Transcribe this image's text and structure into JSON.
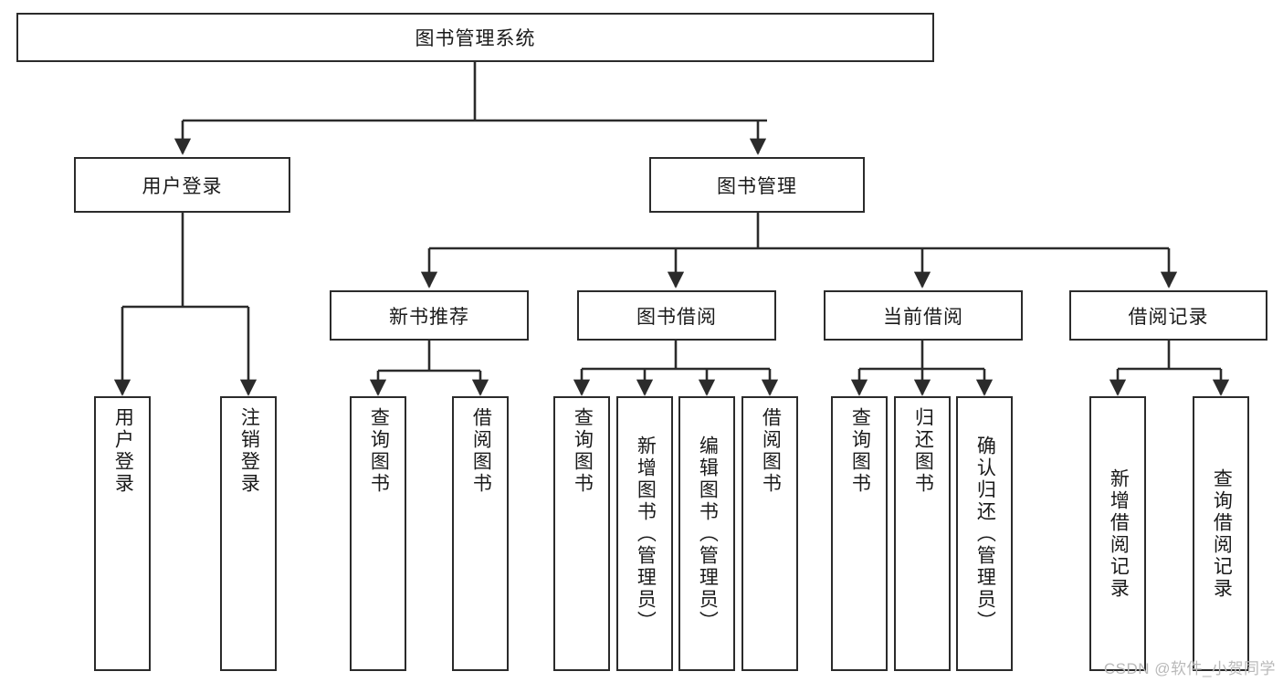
{
  "diagram": {
    "type": "tree-hierarchy",
    "title": "图书管理系统",
    "orientation": "top-down",
    "colors": {
      "stroke": "#2b2b2b",
      "fill": "#ffffff",
      "text": "#1a1a1a",
      "watermark": "#b9b9b9"
    },
    "root": {
      "label": "图书管理系统"
    },
    "level2": [
      {
        "label": "用户登录"
      },
      {
        "label": "图书管理"
      }
    ],
    "level3": [
      {
        "label": "新书推荐"
      },
      {
        "label": "图书借阅"
      },
      {
        "label": "当前借阅"
      },
      {
        "label": "借阅记录"
      }
    ],
    "leaves": {
      "user_login": [
        {
          "label": "用户登录"
        },
        {
          "label": "注销登录"
        }
      ],
      "new_book_recommend": [
        {
          "label": "查询图书"
        },
        {
          "label": "借阅图书"
        }
      ],
      "book_borrow": [
        {
          "label": "查询图书"
        },
        {
          "label": "新增图书（管理员）"
        },
        {
          "label": "编辑图书（管理员）"
        },
        {
          "label": "借阅图书"
        }
      ],
      "current_borrow": [
        {
          "label": "查询图书"
        },
        {
          "label": "归还图书"
        },
        {
          "label": "确认归还（管理员）"
        }
      ],
      "borrow_record": [
        {
          "label": "新增借阅记录"
        },
        {
          "label": "查询借阅记录"
        }
      ]
    }
  },
  "watermark": {
    "text": "CSDN @软件_小贺同学"
  }
}
